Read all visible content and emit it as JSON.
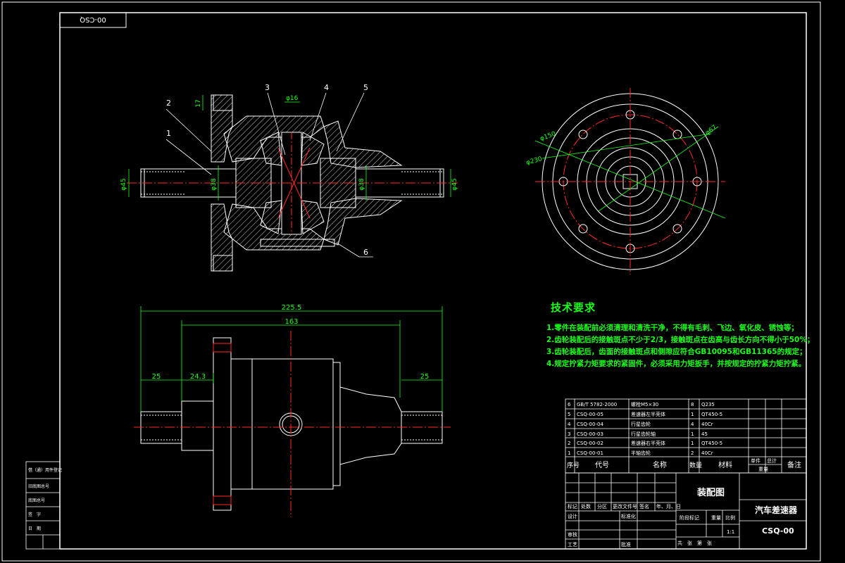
{
  "drawing_code_rotated": "00-CSQ",
  "colors": {
    "background": "#000000",
    "outline": "#ffffff",
    "centerline": "#ff2a2a",
    "dimension": "#19ff19",
    "leader": "#ffffff"
  },
  "balloons": [
    "1",
    "2",
    "3",
    "4",
    "5",
    "6"
  ],
  "dimensions": {
    "overall_length": "225.5",
    "inner_length": "163",
    "left_shaft": "25",
    "right_shaft": "25",
    "flange_offset": "24.3",
    "shaft_dia_left": "φ45",
    "shaft_dia_right": "φ45",
    "bore_left": "φ38",
    "bore_right": "φ38",
    "pin_dia": "φ16",
    "flange_thk": "17",
    "bolt_circle": "φ150",
    "outer_dia": "φ230",
    "hub_dia": "φ67"
  },
  "tech_requirements": {
    "title": "技术要求",
    "lines": [
      "1.零件在装配前必须清理和清洗干净，不得有毛刺、飞边、氧化皮、锈蚀等；",
      "2.齿轮装配后的接触斑点不少于2/3，接触斑点在齿高与齿长方向不得小于50%；",
      "3.齿轮装配后，齿面的接触斑点和侧隙应符合GB10095和GB11365的规定；",
      "4.规定拧紧力矩要求的紧固件，必须采用力矩扳手，并按规定的拧紧力矩拧紧。"
    ]
  },
  "parts_list": {
    "rows": [
      {
        "no": "6",
        "code": "GB/T 5782-2000",
        "name": "螺栓M5×30",
        "qty": "8",
        "material": "Q235"
      },
      {
        "no": "5",
        "code": "CSQ-00-05",
        "name": "差速器左半壳体",
        "qty": "1",
        "material": "QT450-5"
      },
      {
        "no": "4",
        "code": "CSQ-00-04",
        "name": "行星齿轮",
        "qty": "4",
        "material": "40Cr"
      },
      {
        "no": "3",
        "code": "CSQ-00-03",
        "name": "行星齿轮轴",
        "qty": "1",
        "material": "45"
      },
      {
        "no": "2",
        "code": "CSQ-00-02",
        "name": "差速器右半壳体",
        "qty": "1",
        "material": "QT450-5"
      },
      {
        "no": "1",
        "code": "CSQ-00-01",
        "name": "半轴齿轮",
        "qty": "2",
        "material": "40Cr"
      }
    ],
    "header": {
      "no": "序号",
      "code": "代号",
      "name": "名称",
      "qty": "数量",
      "material": "材料",
      "unit": "单件",
      "total": "总计",
      "weight": "重量",
      "remark": "备注"
    }
  },
  "title_block": {
    "drawing_name": "装配图",
    "product": "汽车差速器",
    "code": "CSQ-00",
    "scale_label": "比例",
    "scale": "1:1",
    "weight_label": "重量",
    "stage_label": "阶段标记",
    "mark": "标记",
    "count": "处数",
    "zone": "分区",
    "change_doc": "更改文件号",
    "sign": "签名",
    "date": "年、月、日",
    "design": "设计",
    "standard": "标准化",
    "review": "审核",
    "process": "工艺",
    "approve": "批准",
    "sheets": "共　张　第　张"
  },
  "side_stamp": [
    "借（通）用件登记",
    "旧底图总号",
    "底图总号",
    "签　字",
    "日　期"
  ]
}
